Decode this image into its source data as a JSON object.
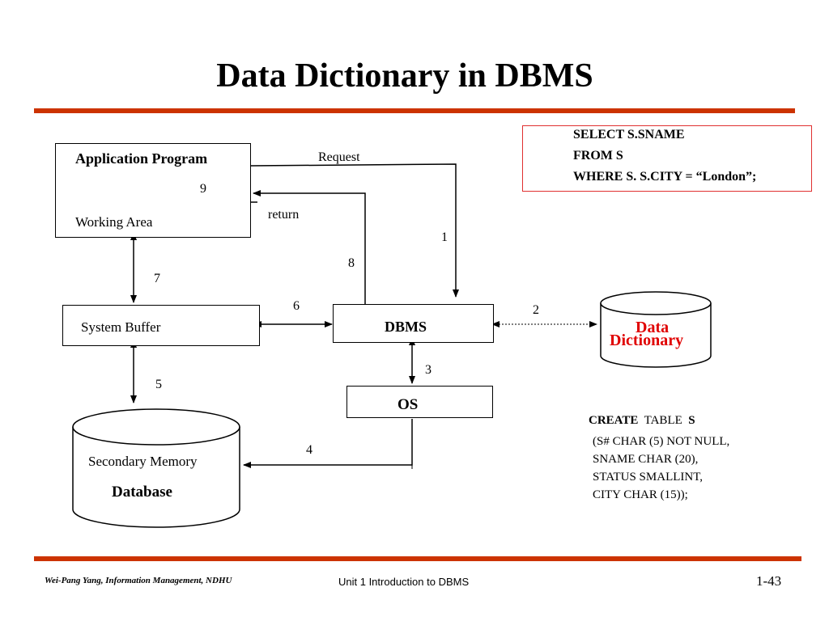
{
  "slide": {
    "title": "Data Dictionary in DBMS",
    "accent_color": "#cc3300"
  },
  "diagram": {
    "app_program": "Application Program",
    "working_area": "Working Area",
    "system_buffer": "System Buffer",
    "dbms": "DBMS",
    "os": "OS",
    "secondary_memory": "Secondary Memory",
    "database": "Database",
    "data_dictionary_line1": "Data",
    "data_dictionary_line2": "Dictionary",
    "request": "Request",
    "return": "return",
    "steps": [
      "1",
      "2",
      "3",
      "4",
      "5",
      "6",
      "7",
      "8",
      "9"
    ]
  },
  "sql_query": {
    "line1": "SELECT  S.SNAME",
    "line2": "FROM      S",
    "line3": "WHERE   S. S.CITY = “London”;"
  },
  "create_stmt": {
    "keyword": "CREATE",
    "rest": "TABLE",
    "name": "S",
    "line1": "(S# CHAR (5) NOT NULL,",
    "line2": "SNAME   CHAR (20),",
    "line3": "STATUS  SMALLINT,",
    "line4": "CITY        CHAR (15));"
  },
  "footer": {
    "author": "Wei-Pang Yang, Information Management, NDHU",
    "unit": "Unit 1  Introduction to DBMS",
    "page": "1-43"
  }
}
